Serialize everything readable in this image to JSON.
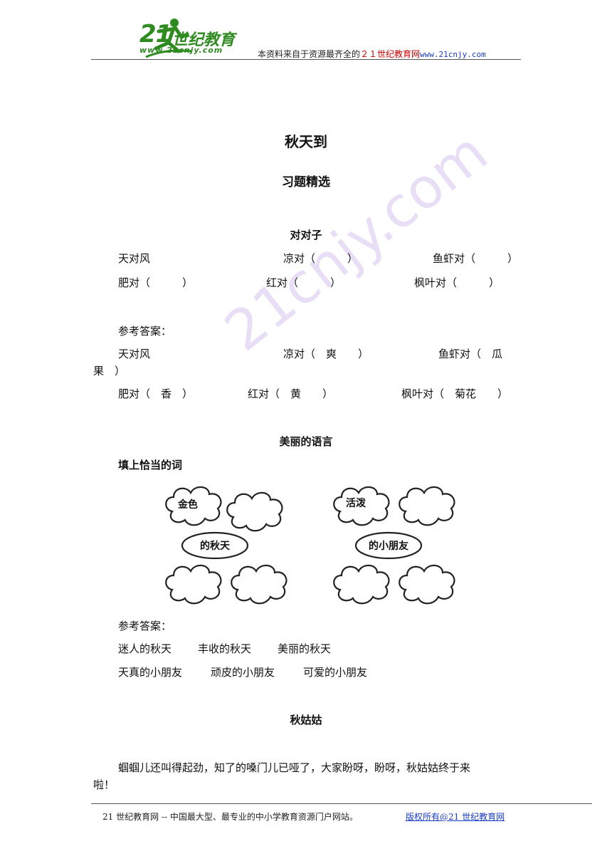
{
  "header": {
    "logo_num": "21",
    "logo_cn": "世纪教育",
    "logo_url": "www.21cnjy.com",
    "text_prefix": "本资料来自于资源最齐全的",
    "text_site": "２１世纪教育网",
    "text_url": "www.21cnjy.com"
  },
  "title": "秋天到",
  "subtitle": "习题精选",
  "section1": {
    "heading": "对对子",
    "row1": [
      "天对风",
      "凉对（　　　）",
      "鱼虾对（　　　）"
    ],
    "row2": [
      "肥对（　　　）",
      "红对（　　　）",
      "枫叶对（　　　）"
    ],
    "answer_label": "参考答案：",
    "ans1": [
      "天对风",
      "凉对（　爽　　）",
      "鱼虾对（　瓜"
    ],
    "ans1_wrap": "果　）",
    "ans2": [
      "肥对（　香　）",
      "红对（　黄　　）",
      "枫叶对（　菊花　　）"
    ]
  },
  "section2": {
    "heading": "美丽的语言",
    "instruction": "填上恰当的词",
    "cloud_left": "金色",
    "oval_left": "的秋天",
    "cloud_right": "活泼",
    "oval_right": "的小朋友",
    "answer_label": "参考答案：",
    "ans1": [
      "迷人的秋天",
      "丰收的秋天",
      "美丽的秋天"
    ],
    "ans2": [
      "天真的小朋友",
      "顽皮的小朋友",
      "可爱的小朋友"
    ]
  },
  "section3": {
    "heading": "秋姑姑",
    "para_line1": "蝈蝈儿还叫得起劲，知了的嗓门儿已哑了，大家盼呀，盼呀，秋姑姑终于来",
    "para_line2": "啦！"
  },
  "watermark": "21cnjy.com",
  "footer": {
    "left": "21 世纪教育网 -- 中国最大型、最专业的中小学教育资源门户网站。",
    "right": "版权所有@21 世纪教育网"
  }
}
